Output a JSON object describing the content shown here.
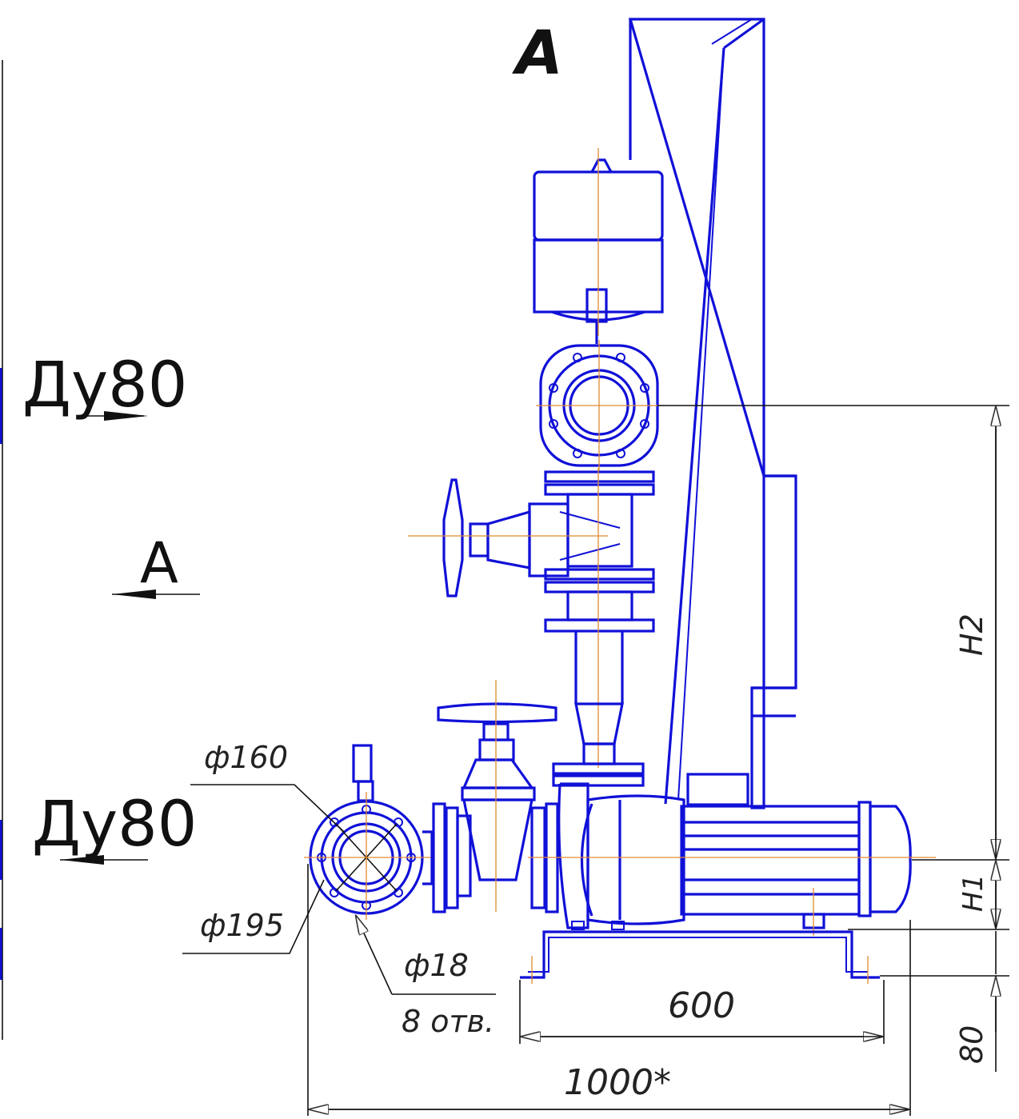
{
  "view_title": "A",
  "pipe_top_label": "Ду80",
  "pipe_bottom_label": "Ду80",
  "section_marker": "A",
  "dimensions": {
    "flange_d1": "ф160",
    "flange_d2": "ф195",
    "hole_d": "ф18",
    "holes": "8 отв.",
    "base_span": "600",
    "overall_width": "1000*",
    "h2": "H2",
    "h1": "H1",
    "base_height": "80"
  },
  "colors": {
    "outline": "#1010d8",
    "axis": "#e08a30",
    "dimension": "#111111"
  }
}
